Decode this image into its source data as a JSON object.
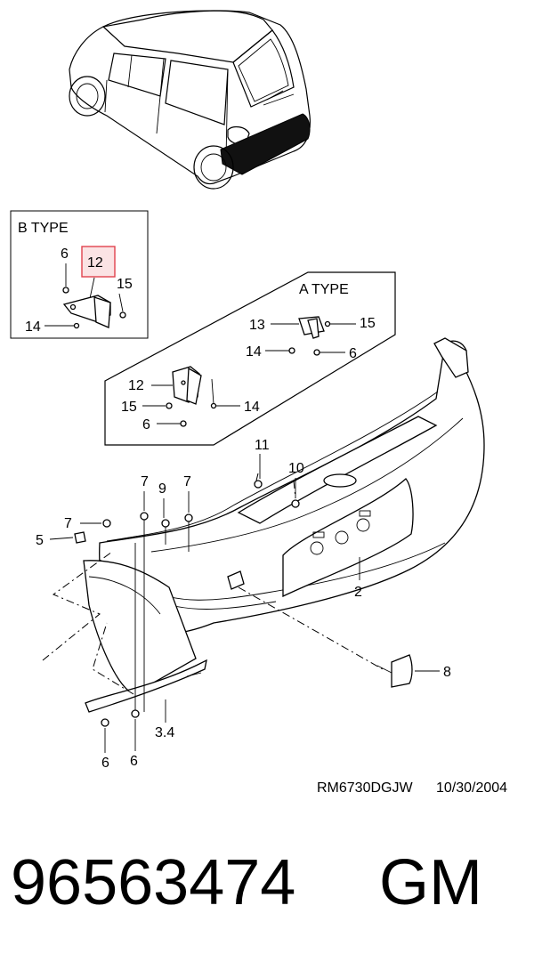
{
  "b_type": {
    "title": "B TYPE",
    "callouts": {
      "p6": "6",
      "p12": "12",
      "p15": "15",
      "p14": "14"
    }
  },
  "a_type": {
    "title": "A TYPE",
    "callouts": {
      "p13": "13",
      "p15": "15",
      "p14": "14",
      "p6": "6"
    }
  },
  "main": {
    "callouts": {
      "p12": "12",
      "p15": "15",
      "p14": "14",
      "p6": "6",
      "p11": "11",
      "p10": "10",
      "p7a": "7",
      "p9": "9",
      "p7b": "7",
      "p7c": "7",
      "p5": "5",
      "p2": "2",
      "p8": "8",
      "p6a": "6",
      "p6b": "6",
      "p34": "3.4"
    }
  },
  "footer": {
    "reference": "RM6730DGJW",
    "date": "10/30/2004",
    "part_number": "96563474",
    "brand": "GM"
  },
  "colors": {
    "highlight": "#e0424d",
    "highlight_fill": "#fbe3e4"
  }
}
